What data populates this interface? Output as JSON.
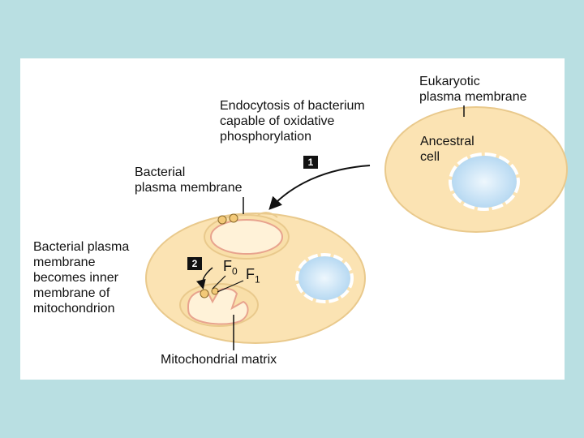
{
  "labels": {
    "eukaryotic_line1": "Eukaryotic",
    "eukaryotic_line2": "plasma membrane",
    "endocytosis_line1": "Endocytosis of bacterium",
    "endocytosis_line2": "capable of oxidative",
    "endocytosis_line3": "phosphorylation",
    "ancestral_line1": "Ancestral",
    "ancestral_line2": "cell",
    "bacterial_line1": "Bacterial",
    "bacterial_line2": "plasma membrane",
    "inner_line1": "Bacterial plasma",
    "inner_line2": "membrane",
    "inner_line3": "becomes inner",
    "inner_line4": "membrane of",
    "inner_line5": "mitochondrion",
    "matrix": "Mitochondrial matrix",
    "f0_letter": "F",
    "f0_sub": "0",
    "f1_letter": "F",
    "f1_sub": "1"
  },
  "steps": {
    "step1": "1",
    "step2": "2"
  },
  "colors": {
    "background": "#b9dfe2",
    "panel": "#ffffff",
    "cytoplasm": "#fbe3b3",
    "membrane_outline": "#e9c98c",
    "nucleus": "#d8ecf8",
    "bacterial_membrane": "#e8a38e",
    "atp_synthase": "#f3c978"
  }
}
